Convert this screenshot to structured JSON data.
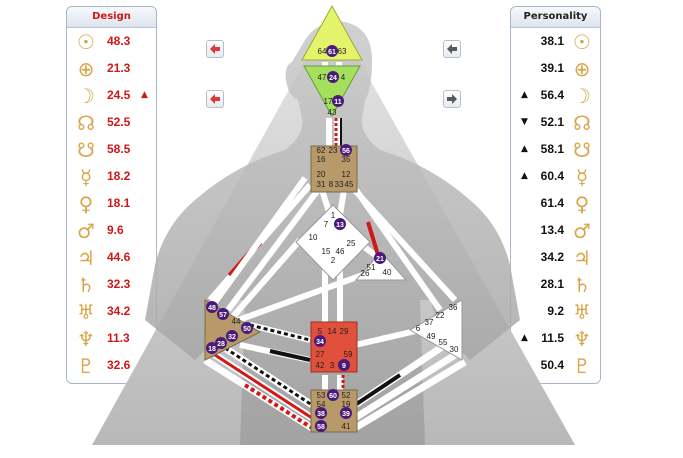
{
  "design": {
    "title": "Design",
    "rows": [
      {
        "icon": "sun-icon",
        "glyph": "☉",
        "value": "48.3",
        "mark": ""
      },
      {
        "icon": "earth-icon",
        "glyph": "⊕",
        "value": "21.3",
        "mark": ""
      },
      {
        "icon": "moon-icon",
        "glyph": "☽",
        "value": "24.5",
        "mark": "▲"
      },
      {
        "icon": "north-node-icon",
        "glyph": "☊",
        "value": "52.5",
        "mark": ""
      },
      {
        "icon": "south-node-icon",
        "glyph": "☋",
        "value": "58.5",
        "mark": ""
      },
      {
        "icon": "mercury-icon",
        "glyph": "☿",
        "value": "18.2",
        "mark": ""
      },
      {
        "icon": "venus-icon",
        "glyph": "♀",
        "value": "18.1",
        "mark": ""
      },
      {
        "icon": "mars-icon",
        "glyph": "♂",
        "value": "9.6",
        "mark": ""
      },
      {
        "icon": "jupiter-icon",
        "glyph": "♃",
        "value": "44.6",
        "mark": ""
      },
      {
        "icon": "saturn-icon",
        "glyph": "♄",
        "value": "32.3",
        "mark": ""
      },
      {
        "icon": "uranus-icon",
        "glyph": "♅",
        "value": "34.2",
        "mark": ""
      },
      {
        "icon": "neptune-icon",
        "glyph": "♆",
        "value": "11.3",
        "mark": ""
      },
      {
        "icon": "pluto-icon",
        "glyph": "♇",
        "value": "32.6",
        "mark": "▲"
      }
    ]
  },
  "personality": {
    "title": "Personality",
    "rows": [
      {
        "icon": "sun-icon",
        "glyph": "☉",
        "value": "38.1",
        "mark": ""
      },
      {
        "icon": "earth-icon",
        "glyph": "⊕",
        "value": "39.1",
        "mark": ""
      },
      {
        "icon": "moon-icon",
        "glyph": "☽",
        "value": "56.4",
        "mark": "▲"
      },
      {
        "icon": "north-node-icon",
        "glyph": "☊",
        "value": "52.1",
        "mark": "▼"
      },
      {
        "icon": "south-node-icon",
        "glyph": "☋",
        "value": "58.1",
        "mark": "▲"
      },
      {
        "icon": "mercury-icon",
        "glyph": "☿",
        "value": "60.4",
        "mark": "▲"
      },
      {
        "icon": "venus-icon",
        "glyph": "♀",
        "value": "61.4",
        "mark": ""
      },
      {
        "icon": "mars-icon",
        "glyph": "♂",
        "value": "13.4",
        "mark": ""
      },
      {
        "icon": "jupiter-icon",
        "glyph": "♃",
        "value": "34.2",
        "mark": ""
      },
      {
        "icon": "saturn-icon",
        "glyph": "♄",
        "value": "28.1",
        "mark": ""
      },
      {
        "icon": "uranus-icon",
        "glyph": "♅",
        "value": "9.2",
        "mark": ""
      },
      {
        "icon": "neptune-icon",
        "glyph": "♆",
        "value": "11.5",
        "mark": "▲"
      },
      {
        "icon": "pluto-icon",
        "glyph": "♇",
        "value": "50.4",
        "mark": ""
      }
    ]
  },
  "colors": {
    "design_red": "#d01818",
    "glyph_gold": "#d9a54a",
    "head_center": "#e4f46a",
    "ajna_center": "#a4e05c",
    "throat_center": "#b89a6a",
    "sacral_center": "#e0503a",
    "root_center": "#b89a6a",
    "defined_purple": "#4a1a7a"
  },
  "buttons": {
    "design_prev": "red-left-arrow-icon",
    "design_next": "red-left-arrow-icon",
    "personality_prev": "gray-left-arrow-icon",
    "personality_next": "gray-right-arrow-icon"
  },
  "gates": {
    "head": [
      "64",
      "61",
      "63"
    ],
    "ajna": [
      "47",
      "24",
      "4",
      "17",
      "11",
      "43"
    ],
    "throat": [
      "62",
      "23",
      "56",
      "16",
      "35",
      "20",
      "12",
      "31",
      "8",
      "33",
      "45"
    ],
    "g": [
      "1",
      "7",
      "13",
      "10",
      "15",
      "46",
      "2",
      "25"
    ],
    "heart": [
      "21",
      "51",
      "26",
      "40"
    ],
    "spleen": [
      "48",
      "57",
      "44",
      "50",
      "32",
      "28",
      "18"
    ],
    "sacral": [
      "5",
      "14",
      "29",
      "34",
      "27",
      "59",
      "42",
      "3",
      "9"
    ],
    "solar": [
      "36",
      "22",
      "37",
      "6",
      "49",
      "55",
      "30"
    ],
    "root": [
      "53",
      "60",
      "52",
      "54",
      "19",
      "38",
      "39",
      "58",
      "41"
    ]
  }
}
